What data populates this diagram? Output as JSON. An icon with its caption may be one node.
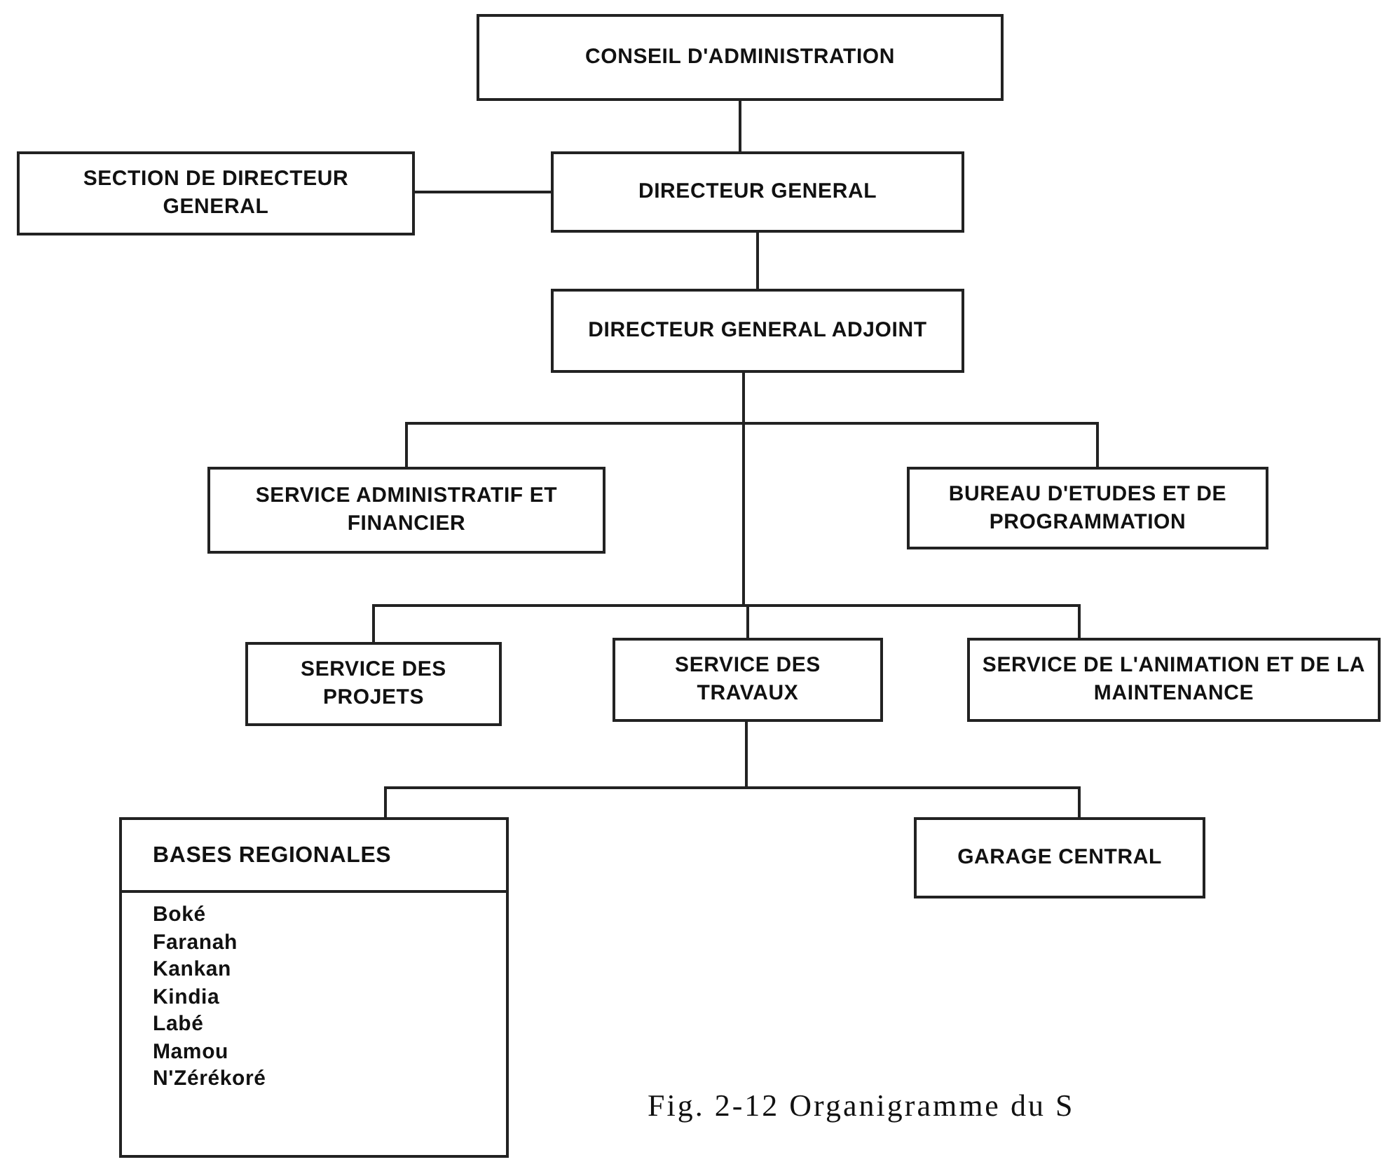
{
  "diagram": {
    "caption": "Fig. 2-12 Organigramme du S",
    "nodes": [
      {
        "text": [
          "CONSEIL D'ADMINISTRATION"
        ]
      },
      {
        "text": [
          "SECTION DE DIRECTEUR GENERAL"
        ]
      },
      {
        "text": [
          "DIRECTEUR GENERAL"
        ]
      },
      {
        "text": [
          "DIRECTEUR GENERAL ADJOINT"
        ]
      },
      {
        "text": [
          "SERVICE ADMINISTRATIF ET FINANCIER"
        ]
      },
      {
        "text": [
          "BUREAU D'ETUDES ET DE PROGRAMMATION"
        ]
      },
      {
        "text": [
          "SERVICE DES PROJETS"
        ]
      },
      {
        "text": [
          "SERVICE DES TRAVAUX"
        ]
      },
      {
        "text": [
          "SERVICE DE L'ANIMATION ET DE LA MAINTENANCE"
        ]
      },
      {
        "text": [
          "BASES REGIONALES",
          "Boké",
          "Faranah",
          "Kankan",
          "Kindia",
          "Labé",
          "Mamou",
          "N'Zérékoré"
        ]
      },
      {
        "text": [
          "GARAGE CENTRAL"
        ]
      }
    ],
    "edges": [
      {
        "from": 0,
        "to": 2,
        "arrow": "none"
      },
      {
        "from": 2,
        "to": 1,
        "arrow": "none"
      },
      {
        "from": 2,
        "to": 3,
        "arrow": "none"
      },
      {
        "from": 3,
        "to": 4,
        "arrow": "none"
      },
      {
        "from": 3,
        "to": 5,
        "arrow": "none"
      },
      {
        "from": 3,
        "to": 6,
        "arrow": "none"
      },
      {
        "from": 3,
        "to": 7,
        "arrow": "none"
      },
      {
        "from": 3,
        "to": 8,
        "arrow": "none"
      },
      {
        "from": 7,
        "to": 9,
        "arrow": "none"
      },
      {
        "from": 7,
        "to": 10,
        "arrow": "none"
      }
    ]
  }
}
